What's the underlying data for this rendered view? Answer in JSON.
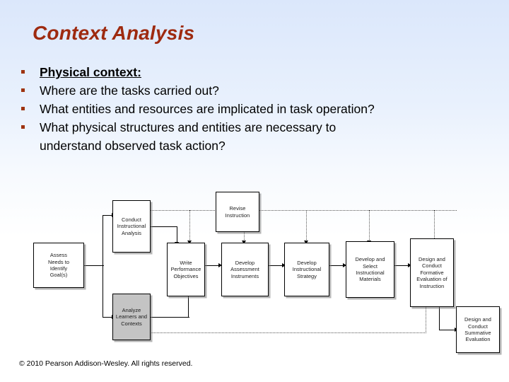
{
  "slide": {
    "title": "Context Analysis",
    "background_top_color": "#dbe7fb",
    "background_bottom_color": "#ffffff",
    "title_color": "#9e2a10",
    "bullet_color": "#9e3310"
  },
  "bullets": [
    {
      "lead": "Physical context:",
      "rest": "",
      "emphasis": "bold-underline"
    },
    {
      "lead": "",
      "rest": "Where are the tasks carried out?",
      "emphasis": "none"
    },
    {
      "lead": "",
      "rest": " What entities and resources are implicated in task operation?",
      "emphasis": "none"
    },
    {
      "lead": "",
      "rest": "What physical structures and entities are necessary to",
      "emphasis": "none",
      "continuation": "understand observed task action?"
    }
  ],
  "diagram": {
    "name": "dick-and-carey-instructional-design-model",
    "shaded_node_color": "#c4c4c4",
    "nodes": [
      {
        "id": "assess-needs",
        "label": "Assess\nNeeds to\nIdentify\nGoal(s)",
        "shaded": false
      },
      {
        "id": "conduct-analysis",
        "label": "Conduct\nInstructional\nAnalysis",
        "shaded": false
      },
      {
        "id": "analyze-learners",
        "label": "Analyze\nLearners and\nContexts",
        "shaded": true
      },
      {
        "id": "write-objectives",
        "label": "Write\nPerformance\nObjectives",
        "shaded": false
      },
      {
        "id": "develop-assessment",
        "label": "Develop\nAssessment\nInstruments",
        "shaded": false
      },
      {
        "id": "develop-strategy",
        "label": "Develop\nInstructional\nStrategy",
        "shaded": false
      },
      {
        "id": "develop-materials",
        "label": "Develop and\nSelect\nInstructional\nMaterials",
        "shaded": false
      },
      {
        "id": "formative-evaluation",
        "label": "Design and\nConduct\nFormative\nEvaluation of\nInstruction",
        "shaded": false
      },
      {
        "id": "summative-evaluation",
        "label": "Design and\nConduct\nSummative\nEvaluation",
        "shaded": false
      },
      {
        "id": "revise-instruction",
        "label": "Revise\nInstruction",
        "shaded": false
      }
    ]
  },
  "footer": {
    "copyright": "© 2010 Pearson Addison-Wesley. All rights reserved."
  }
}
